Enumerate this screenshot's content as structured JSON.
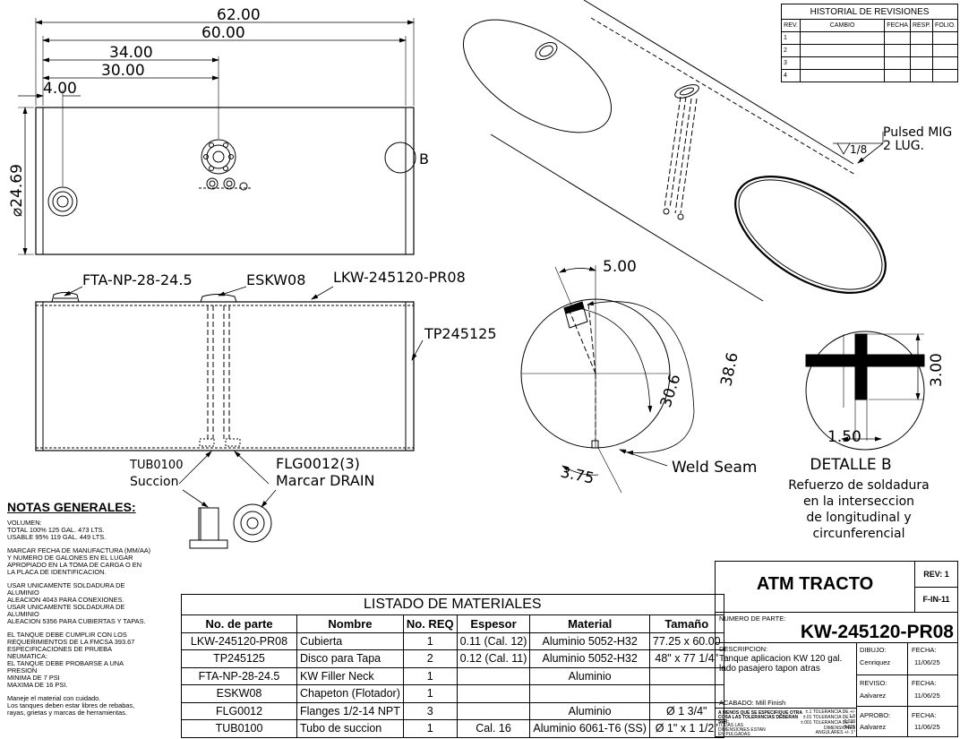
{
  "dimensions": {
    "d62": "62.00",
    "d60": "60.00",
    "d34": "34.00",
    "d30": "30.00",
    "d4": "4.00",
    "dia": "⌀24.69",
    "d500": "5.00",
    "d306": "30.6",
    "d386": "38.6",
    "d375": "3.75",
    "d300": "3.00",
    "d150": "1.50"
  },
  "callouts": {
    "b_marker": "B",
    "filler_neck": "FTA-NP-28-24.5",
    "float": "ESKW08",
    "shell": "LKW-245120-PR08",
    "head": "TP245125",
    "tub_code": "TUB0100",
    "tub_name": "Succion",
    "flg_code": "FLG0012(3)",
    "flg_name": "Marcar DRAIN",
    "weld_seam": "Weld Seam",
    "weld_note_1": "Pulsed MIG",
    "weld_note_2": "2 LUG.",
    "weld_size": "1/8"
  },
  "detail": {
    "title": "DETALLE B",
    "caption": [
      "Refuerzo de soldadura",
      "en la interseccion",
      "de longitudinal y",
      "circunferencial"
    ]
  },
  "revisions": {
    "title": "HISTORIAL DE REVISIONES",
    "headers": [
      "REV.",
      "CAMBIO",
      "FECHA",
      "RESP.",
      "FOLIO."
    ],
    "rows": [
      "1",
      "2",
      "3",
      "4"
    ]
  },
  "notes": {
    "title": "NOTAS GENERALES:",
    "blocks": [
      [
        "VOLUMEN:",
        "TOTAL 100% 125 GAL. 473 LTS.",
        "USABLE 95% 119 GAL. 449 LTS."
      ],
      [
        "MARCAR FECHA DE MANUFACTURA (MM/AA)",
        "Y NUMERO DE GALONES EN EL LUGAR",
        "APROPIADO EN LA TOMA DE CARGA O EN",
        "LA PLACA DE IDENTIFICACION."
      ],
      [
        "USAR UNICAMENTE SOLDADURA DE",
        "ALUMINIO",
        "ALEACION 4043 PARA CONEXIONES.",
        "USAR UNICAMENTE SOLDADURA DE",
        "ALUMINIO",
        "ALEACION 5356 PARA CUBIERTAS Y TAPAS."
      ],
      [
        "EL TANQUE DEBE CUMPLIR CON LOS",
        "REQUERIMIENTOS DE LA FMCSA 393.67",
        "ESPECIFICACIONES DE PRUEBA",
        "NEUMATICA:",
        "EL TANQUE DEBE PROBARSE A UNA",
        "PRESION",
        "MINIMA DE 7 PSI",
        "MAXIMA DE 16 PSI."
      ],
      [
        "Maneje el material con cuidado.",
        "Los tanques deben estar libres de rebabas,",
        "rayas, grietas y marcas de herramientas."
      ]
    ]
  },
  "bom": {
    "title": "LISTADO DE MATERIALES",
    "headers": [
      "No. de parte",
      "Nombre",
      "No. REQ",
      "Espesor",
      "Material",
      "Tamaño"
    ],
    "rows": [
      [
        "LKW-245120-PR08",
        "Cubierta",
        "1",
        "0.11 (Cal. 12)",
        "Aluminio 5052-H32",
        "77.25 x 60.00"
      ],
      [
        "TP245125",
        "Disco para Tapa",
        "2",
        "0.12 (Cal. 11)",
        "Aluminio 5052-H32",
        "48\" x 77 1/4\""
      ],
      [
        "FTA-NP-28-24.5",
        "KW Filler Neck",
        "1",
        "",
        "Aluminio",
        ""
      ],
      [
        "ESKW08",
        "Chapeton (Flotador)",
        "1",
        "",
        "",
        ""
      ],
      [
        "FLG0012",
        "Flanges 1/2-14 NPT",
        "3",
        "",
        "Aluminio",
        "Ø 1 3/4\""
      ],
      [
        "TUB0100",
        "Tubo de succion",
        "1",
        "Cal. 16",
        "Aluminio 6061-T6 (SS)",
        "Ø 1\" x 1 1/2\""
      ]
    ]
  },
  "title_block": {
    "company": "ATM TRACTO",
    "rev": "REV: 1",
    "form": "F-IN-11",
    "part_label": "NUMERO DE PARTE:",
    "part_number": "KW-245120-PR08",
    "desc_label": "DESCRIPCION:",
    "description": "Tanque aplicacion KW 120 gal. lado pasajero tapon atras",
    "finish": "ACABADO: Mill Finish",
    "tol_title": "A MENOS QUE SE ESPECIFIQUE OTRA COSA LAS TOLERANCIAS DEBERAN SER:",
    "tol_units": "TODAS LAS DIMENSIONES ESTAN EN PULGADAS",
    "tol_1": "±.1 TOLERANCIA DE +/- 1.0",
    "tol_2": "±.01 TOLERANCIA DE +/- 0.030",
    "tol_3": "±.001 TOLERANCIA DE +/- 0.015",
    "tol_4": "DIMENSIONES ANGULARES +/- 1°",
    "dibujo_label": "DIBUJO:",
    "dibujo": "Cenriquez",
    "reviso_label": "REVISO:",
    "reviso": "Aalvarez",
    "aprobo_label": "APROBO:",
    "aprobo": "Aalvarez",
    "fecha_label": "FECHA:",
    "fecha1": "11/06/25",
    "fecha2": "11/06/25",
    "fecha3": "11/06/25"
  }
}
